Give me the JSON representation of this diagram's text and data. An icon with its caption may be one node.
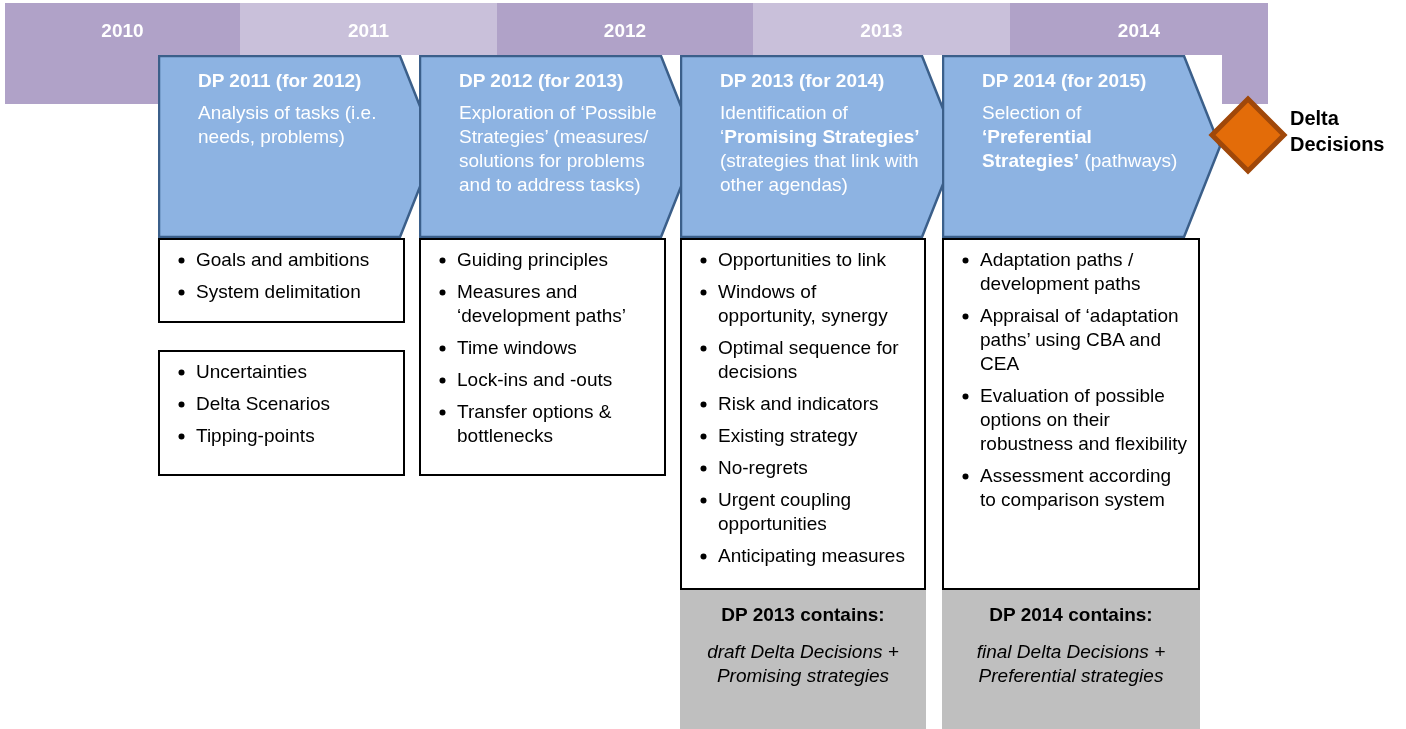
{
  "diagram": {
    "nodes": [
      {
        "text": [
          "2010"
        ]
      },
      {
        "text": [
          "2011"
        ]
      },
      {
        "text": [
          "2012"
        ]
      },
      {
        "text": [
          "2013"
        ]
      },
      {
        "text": [
          "2014"
        ]
      },
      {
        "text": [
          "DP 2011 (for 2012)",
          "Analysis of tasks (i.e. needs, problems)"
        ]
      },
      {
        "text": [
          "DP 2012 (for 2013)",
          "Exploration of ‘Possible Strategies’ (measures/ solutions for problems and to address tasks)"
        ]
      },
      {
        "text": [
          "DP 2013 (for 2014)",
          "Identification of ‘**Promising Strategies’** (strategies that link with other agendas)"
        ]
      },
      {
        "text": [
          "DP 2014 (for 2015)",
          "Selection of **‘Preferential Strategies’** (pathways)"
        ]
      },
      {
        "text": [],
        "shape": "diamond",
        "beside": [
          "Delta Decisions"
        ]
      },
      {
        "text": [
          "Goals and ambitions",
          "System delimitation"
        ]
      },
      {
        "text": [
          "Uncertainties",
          "Delta Scenarios",
          "Tipping-points"
        ]
      },
      {
        "text": [
          "Guiding principles",
          "Measures and ‘development paths’",
          "Time windows",
          "Lock-ins and -outs",
          "Transfer options & bottlenecks"
        ]
      },
      {
        "text": [
          "Opportunities to link",
          "Windows of opportunity, synergy",
          "Optimal sequence for decisions",
          "Risk and indicators",
          "Existing strategy",
          "No-regrets",
          "Urgent coupling opportunities",
          "Anticipating measures"
        ]
      },
      {
        "text": [
          "Adaptation paths / development paths",
          "Appraisal of ‘adaptation paths’ using CBA and CEA",
          "Evaluation of possible options on their robustness and flexibility",
          "Assessment according to comparison system"
        ]
      },
      {
        "text": [
          "DP 2013 contains:",
          "draft Delta Decisions + Promising strategies"
        ]
      },
      {
        "text": [
          "DP 2014 contains:",
          "final Delta Decisions + Preferential strategies"
        ]
      }
    ],
    "edges": []
  }
}
